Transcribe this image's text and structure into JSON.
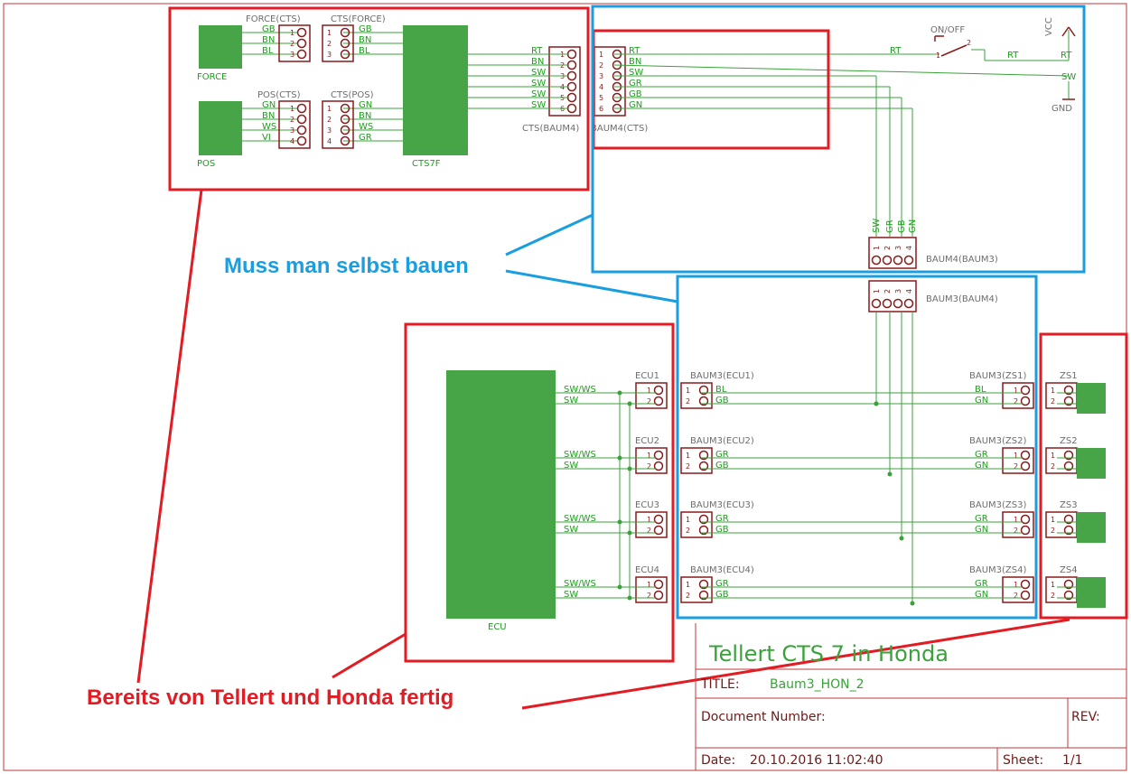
{
  "annotations": {
    "diy": "Muss man selbst bauen",
    "ready": "Bereits von Tellert und Honda fertig"
  },
  "blocks": {
    "force": "FORCE",
    "pos": "POS",
    "cts7f": "CTS7F",
    "ecu": "ECU"
  },
  "connectors": {
    "force_cts": "FORCE(CTS)",
    "cts_force": "CTS(FORCE)",
    "pos_cts": "POS(CTS)",
    "cts_pos": "CTS(POS)",
    "cts_baum4": "CTS(BAUM4)",
    "baum4_cts": "BAUM4(CTS)",
    "baum4_baum3": "BAUM4(BAUM3)",
    "baum3_baum4": "BAUM3(BAUM4)",
    "ecu_connectors": [
      "ECU1",
      "ECU2",
      "ECU3",
      "ECU4"
    ],
    "baum3_ecu": [
      "BAUM3(ECU1)",
      "BAUM3(ECU2)",
      "BAUM3(ECU3)",
      "BAUM3(ECU4)"
    ],
    "baum3_zs": [
      "BAUM3(ZS1)",
      "BAUM3(ZS2)",
      "BAUM3(ZS3)",
      "BAUM3(ZS4)"
    ],
    "zs": [
      "ZS1",
      "ZS2",
      "ZS3",
      "ZS4"
    ]
  },
  "wires": {
    "force": [
      "GB",
      "BN",
      "BL"
    ],
    "pos": [
      "GN",
      "BN",
      "WS",
      "VI"
    ],
    "pos_right": [
      "GN",
      "BN",
      "WS",
      "GR"
    ],
    "cts_out": [
      "RT",
      "BN",
      "SW",
      "SW",
      "SW",
      "SW"
    ],
    "baum4_out": [
      "RT",
      "BN",
      "SW",
      "GR",
      "GB",
      "GN"
    ],
    "vertical": [
      "SW",
      "GR",
      "GB",
      "GN"
    ],
    "ecu_left": [
      "SW/WS",
      "SW"
    ],
    "baum3_ecu": [
      [
        "BL",
        "GB"
      ],
      [
        "GR",
        "GB"
      ],
      [
        "GR",
        "GB"
      ],
      [
        "GR",
        "GB"
      ]
    ],
    "baum3_zs": [
      [
        "BL",
        "GN"
      ],
      [
        "GR",
        "GN"
      ],
      [
        "GR",
        "GN"
      ],
      [
        "GR",
        "GN"
      ]
    ],
    "rt": "RT",
    "sw": "SW"
  },
  "pins": {
    "three": [
      "1",
      "2",
      "3"
    ],
    "four": [
      "1",
      "2",
      "3",
      "4"
    ],
    "six": [
      "1",
      "2",
      "3",
      "4",
      "5",
      "6"
    ],
    "two": [
      "1",
      "2"
    ]
  },
  "switch": {
    "label": "ON/OFF",
    "pin1": "1",
    "pin2": "2"
  },
  "power": {
    "vcc": "VCC",
    "gnd": "GND"
  },
  "title_block": {
    "project": "Tellert CTS 7 in Honda",
    "title_label": "TITLE:",
    "title_value": "Baum3_HON_2",
    "docnum_label": "Document Number:",
    "rev_label": "REV:",
    "date_label": "Date:",
    "date_value": "20.10.2016 11:02:40",
    "sheet_label": "Sheet:",
    "sheet_value": "1/1"
  },
  "colors": {
    "frame": "#c23a3a",
    "wire": "#3aa23a",
    "part": "#8a1a1a",
    "block_fill": "#47a447",
    "highlight_red": "#e31b23",
    "highlight_blue": "#1a9ee0"
  }
}
